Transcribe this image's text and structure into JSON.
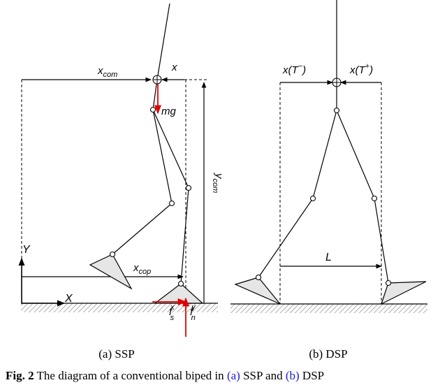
{
  "ssp": {
    "label_xcom": "x",
    "label_xcom_sub": "com",
    "label_x": "x",
    "label_mg": "mg",
    "label_ycom": "y",
    "label_ycom_sub": "com",
    "label_xcop": "x",
    "label_xcop_sub": "cop",
    "label_Y": "Y",
    "label_X": "X",
    "label_fs": "f",
    "label_fs_sup": "x",
    "label_fs_sub": "s",
    "label_fn": "f",
    "label_fn_sup": "y",
    "label_fn_sub": "n",
    "caption": "(a) SSP"
  },
  "dsp": {
    "label_xTminus": "x(T",
    "label_xTminus_sup": "−",
    "label_xTminus_close": ")",
    "label_xTplus": "x(T",
    "label_xTplus_sup": "+",
    "label_xTplus_close": ")",
    "label_L": "L",
    "caption": "(b) DSP"
  },
  "figure_caption": {
    "prefix": "Fig. 2",
    "text1": " The diagram of a conventional biped in ",
    "ref_a": "(a)",
    "text2": " SSP and ",
    "ref_b": "(b)",
    "text3": " DSP"
  },
  "colors": {
    "force": "#e00000",
    "ground_hatch": "#999999",
    "foot_fill": "#e6e6e6"
  }
}
